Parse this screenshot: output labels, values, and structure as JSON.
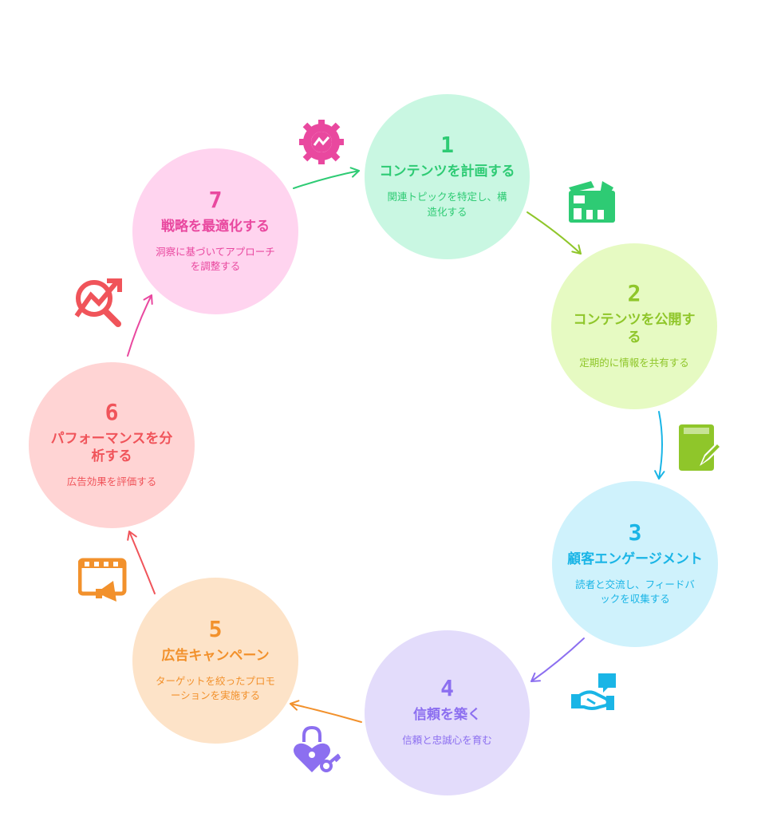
{
  "steps": [
    {
      "number": "1",
      "title": "コンテンツを計画する",
      "description": "関連トピックを特定し、構造化する",
      "fill": "#c9f7e2",
      "accent": "#2ecb74",
      "icon": "film-clapper-icon"
    },
    {
      "number": "2",
      "title": "コンテンツを公開する",
      "description": "定期的に情報を共有する",
      "fill": "#e6fac2",
      "accent": "#8fc62a",
      "icon": "notebook-pencil-icon"
    },
    {
      "number": "3",
      "title": "顧客エンゲージメント",
      "description": "読者と交流し、フィードバックを収集する",
      "fill": "#cff2fc",
      "accent": "#1ab5e6",
      "icon": "handshake-chat-icon"
    },
    {
      "number": "4",
      "title": "信頼を築く",
      "description": "信頼と忠誠心を育む",
      "fill": "#e3dcfb",
      "accent": "#8c6ff0",
      "icon": "heart-lock-key-icon"
    },
    {
      "number": "5",
      "title": "広告キャンペーン",
      "description": "ターゲットを絞ったプロモーションを実施する",
      "fill": "#fde3c8",
      "accent": "#f2912c",
      "icon": "video-megaphone-icon"
    },
    {
      "number": "6",
      "title": "パフォーマンスを分析する",
      "description": "広告効果を評価する",
      "fill": "#ffd4d4",
      "accent": "#f0545a",
      "icon": "search-chart-icon"
    },
    {
      "number": "7",
      "title": "戦略を最適化する",
      "description": "洞察に基づいてアプローチを調整する",
      "fill": "#ffd4ef",
      "accent": "#e9489f",
      "icon": "gear-chart-icon"
    }
  ]
}
